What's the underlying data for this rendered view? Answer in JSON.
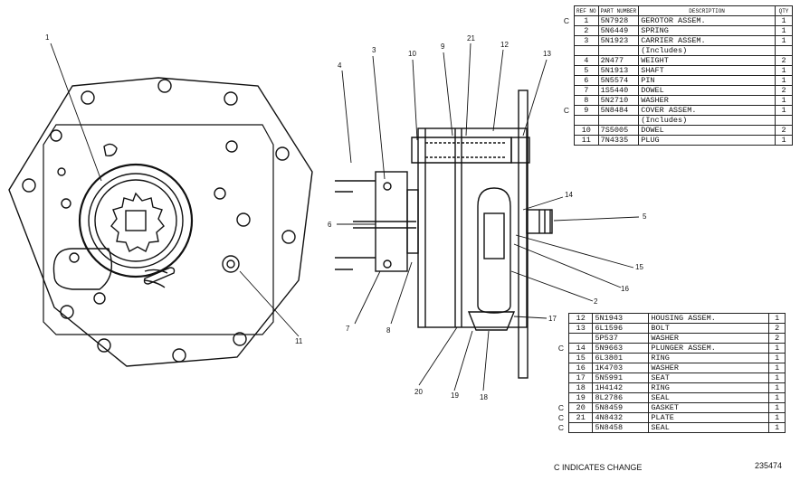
{
  "callouts": [
    "1",
    "2",
    "3",
    "4",
    "5",
    "6",
    "7",
    "8",
    "9",
    "10",
    "11",
    "12",
    "13",
    "14",
    "15",
    "16",
    "17",
    "18",
    "19",
    "20",
    "21"
  ],
  "table_top": {
    "headers": {
      "ref_no": "REF NO",
      "part_number": "PART NUMBER",
      "description": "DESCRIPTION",
      "qty": "QTY"
    },
    "rows": [
      {
        "mark": "C",
        "ref": "1",
        "part": "5N7928",
        "desc": "GEROTOR ASSEM.",
        "qty": "1"
      },
      {
        "mark": "",
        "ref": "2",
        "part": "5N6449",
        "desc": "SPRING",
        "qty": "1"
      },
      {
        "mark": "",
        "ref": "3",
        "part": "5N1923",
        "desc": "CARRIER ASSEM.",
        "qty": "1"
      },
      {
        "mark": "",
        "ref": "",
        "part": "",
        "desc": "(Includes)",
        "qty": ""
      },
      {
        "mark": "",
        "ref": "4",
        "part": "2N477",
        "desc": "WEIGHT",
        "qty": "2"
      },
      {
        "mark": "",
        "ref": "5",
        "part": "5N1913",
        "desc": "SHAFT",
        "qty": "1"
      },
      {
        "mark": "",
        "ref": "6",
        "part": "5N5574",
        "desc": "PIN",
        "qty": "1"
      },
      {
        "mark": "",
        "ref": "7",
        "part": "1S5440",
        "desc": "DOWEL",
        "qty": "2"
      },
      {
        "mark": "",
        "ref": "8",
        "part": "5N2710",
        "desc": "WASHER",
        "qty": "1"
      },
      {
        "mark": "C",
        "ref": "9",
        "part": "5N8484",
        "desc": "COVER ASSEM.",
        "qty": "1"
      },
      {
        "mark": "",
        "ref": "",
        "part": "",
        "desc": "(Includes)",
        "qty": ""
      },
      {
        "mark": "",
        "ref": "10",
        "part": "7S5005",
        "desc": "DOWEL",
        "qty": "2"
      },
      {
        "mark": "",
        "ref": "11",
        "part": "7N4335",
        "desc": "PLUG",
        "qty": "1"
      }
    ]
  },
  "table_bottom": {
    "rows": [
      {
        "mark": "",
        "ref": "12",
        "part": "5N1943",
        "desc": "HOUSING ASSEM.",
        "qty": "1"
      },
      {
        "mark": "",
        "ref": "13",
        "part": "6L1596",
        "desc": "BOLT",
        "qty": "2"
      },
      {
        "mark": "",
        "ref": "",
        "part": "5P537",
        "desc": "WASHER",
        "qty": "2"
      },
      {
        "mark": "C",
        "ref": "14",
        "part": "5N9663",
        "desc": "PLUNGER ASSEM.",
        "qty": "1"
      },
      {
        "mark": "",
        "ref": "15",
        "part": "6L3801",
        "desc": "RING",
        "qty": "1"
      },
      {
        "mark": "",
        "ref": "16",
        "part": "1K4703",
        "desc": "WASHER",
        "qty": "1"
      },
      {
        "mark": "",
        "ref": "17",
        "part": "5N5991",
        "desc": "SEAT",
        "qty": "1"
      },
      {
        "mark": "",
        "ref": "18",
        "part": "1H4142",
        "desc": "RING",
        "qty": "1"
      },
      {
        "mark": "",
        "ref": "19",
        "part": "8L2786",
        "desc": "SEAL",
        "qty": "1"
      },
      {
        "mark": "C",
        "ref": "20",
        "part": "5N8459",
        "desc": "GASKET",
        "qty": "1"
      },
      {
        "mark": "C",
        "ref": "21",
        "part": "4N8432",
        "desc": "PLATE",
        "qty": "1"
      },
      {
        "mark": "C",
        "ref": "",
        "part": "5N8458",
        "desc": "SEAL",
        "qty": "1"
      }
    ]
  },
  "footer": {
    "note": "C INDICATES CHANGE",
    "figure_number": "235474"
  }
}
